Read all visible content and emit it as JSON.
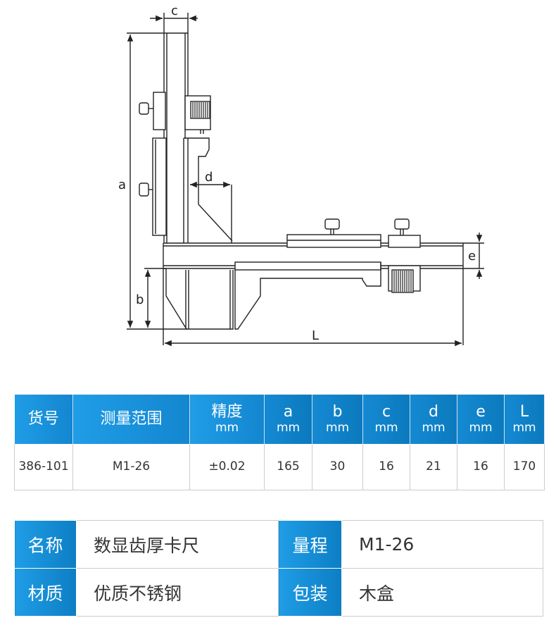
{
  "diagram": {
    "labels": {
      "a": "a",
      "b": "b",
      "c": "c",
      "d": "d",
      "e": "e",
      "L": "L"
    }
  },
  "spec_table": {
    "headers": [
      {
        "label": "货号",
        "unit": ""
      },
      {
        "label": "测量范围",
        "unit": ""
      },
      {
        "label": "精度",
        "unit": "mm"
      },
      {
        "label": "a",
        "unit": "mm"
      },
      {
        "label": "b",
        "unit": "mm"
      },
      {
        "label": "c",
        "unit": "mm"
      },
      {
        "label": "d",
        "unit": "mm"
      },
      {
        "label": "e",
        "unit": "mm"
      },
      {
        "label": "L",
        "unit": "mm"
      }
    ],
    "rows": [
      [
        "386-101",
        "M1-26",
        "±0.02",
        "165",
        "30",
        "16",
        "21",
        "16",
        "170"
      ]
    ]
  },
  "info_table": {
    "rows": [
      [
        {
          "key": "名称",
          "value": "数显齿厚卡尺"
        },
        {
          "key": "量程",
          "value": "M1-26"
        }
      ],
      [
        {
          "key": "材质",
          "value": "优质不锈钢"
        },
        {
          "key": "包装",
          "value": "木盒"
        }
      ]
    ]
  },
  "colors": {
    "header_blue": "#1f9de6",
    "header_dark": "#0c79bd"
  }
}
